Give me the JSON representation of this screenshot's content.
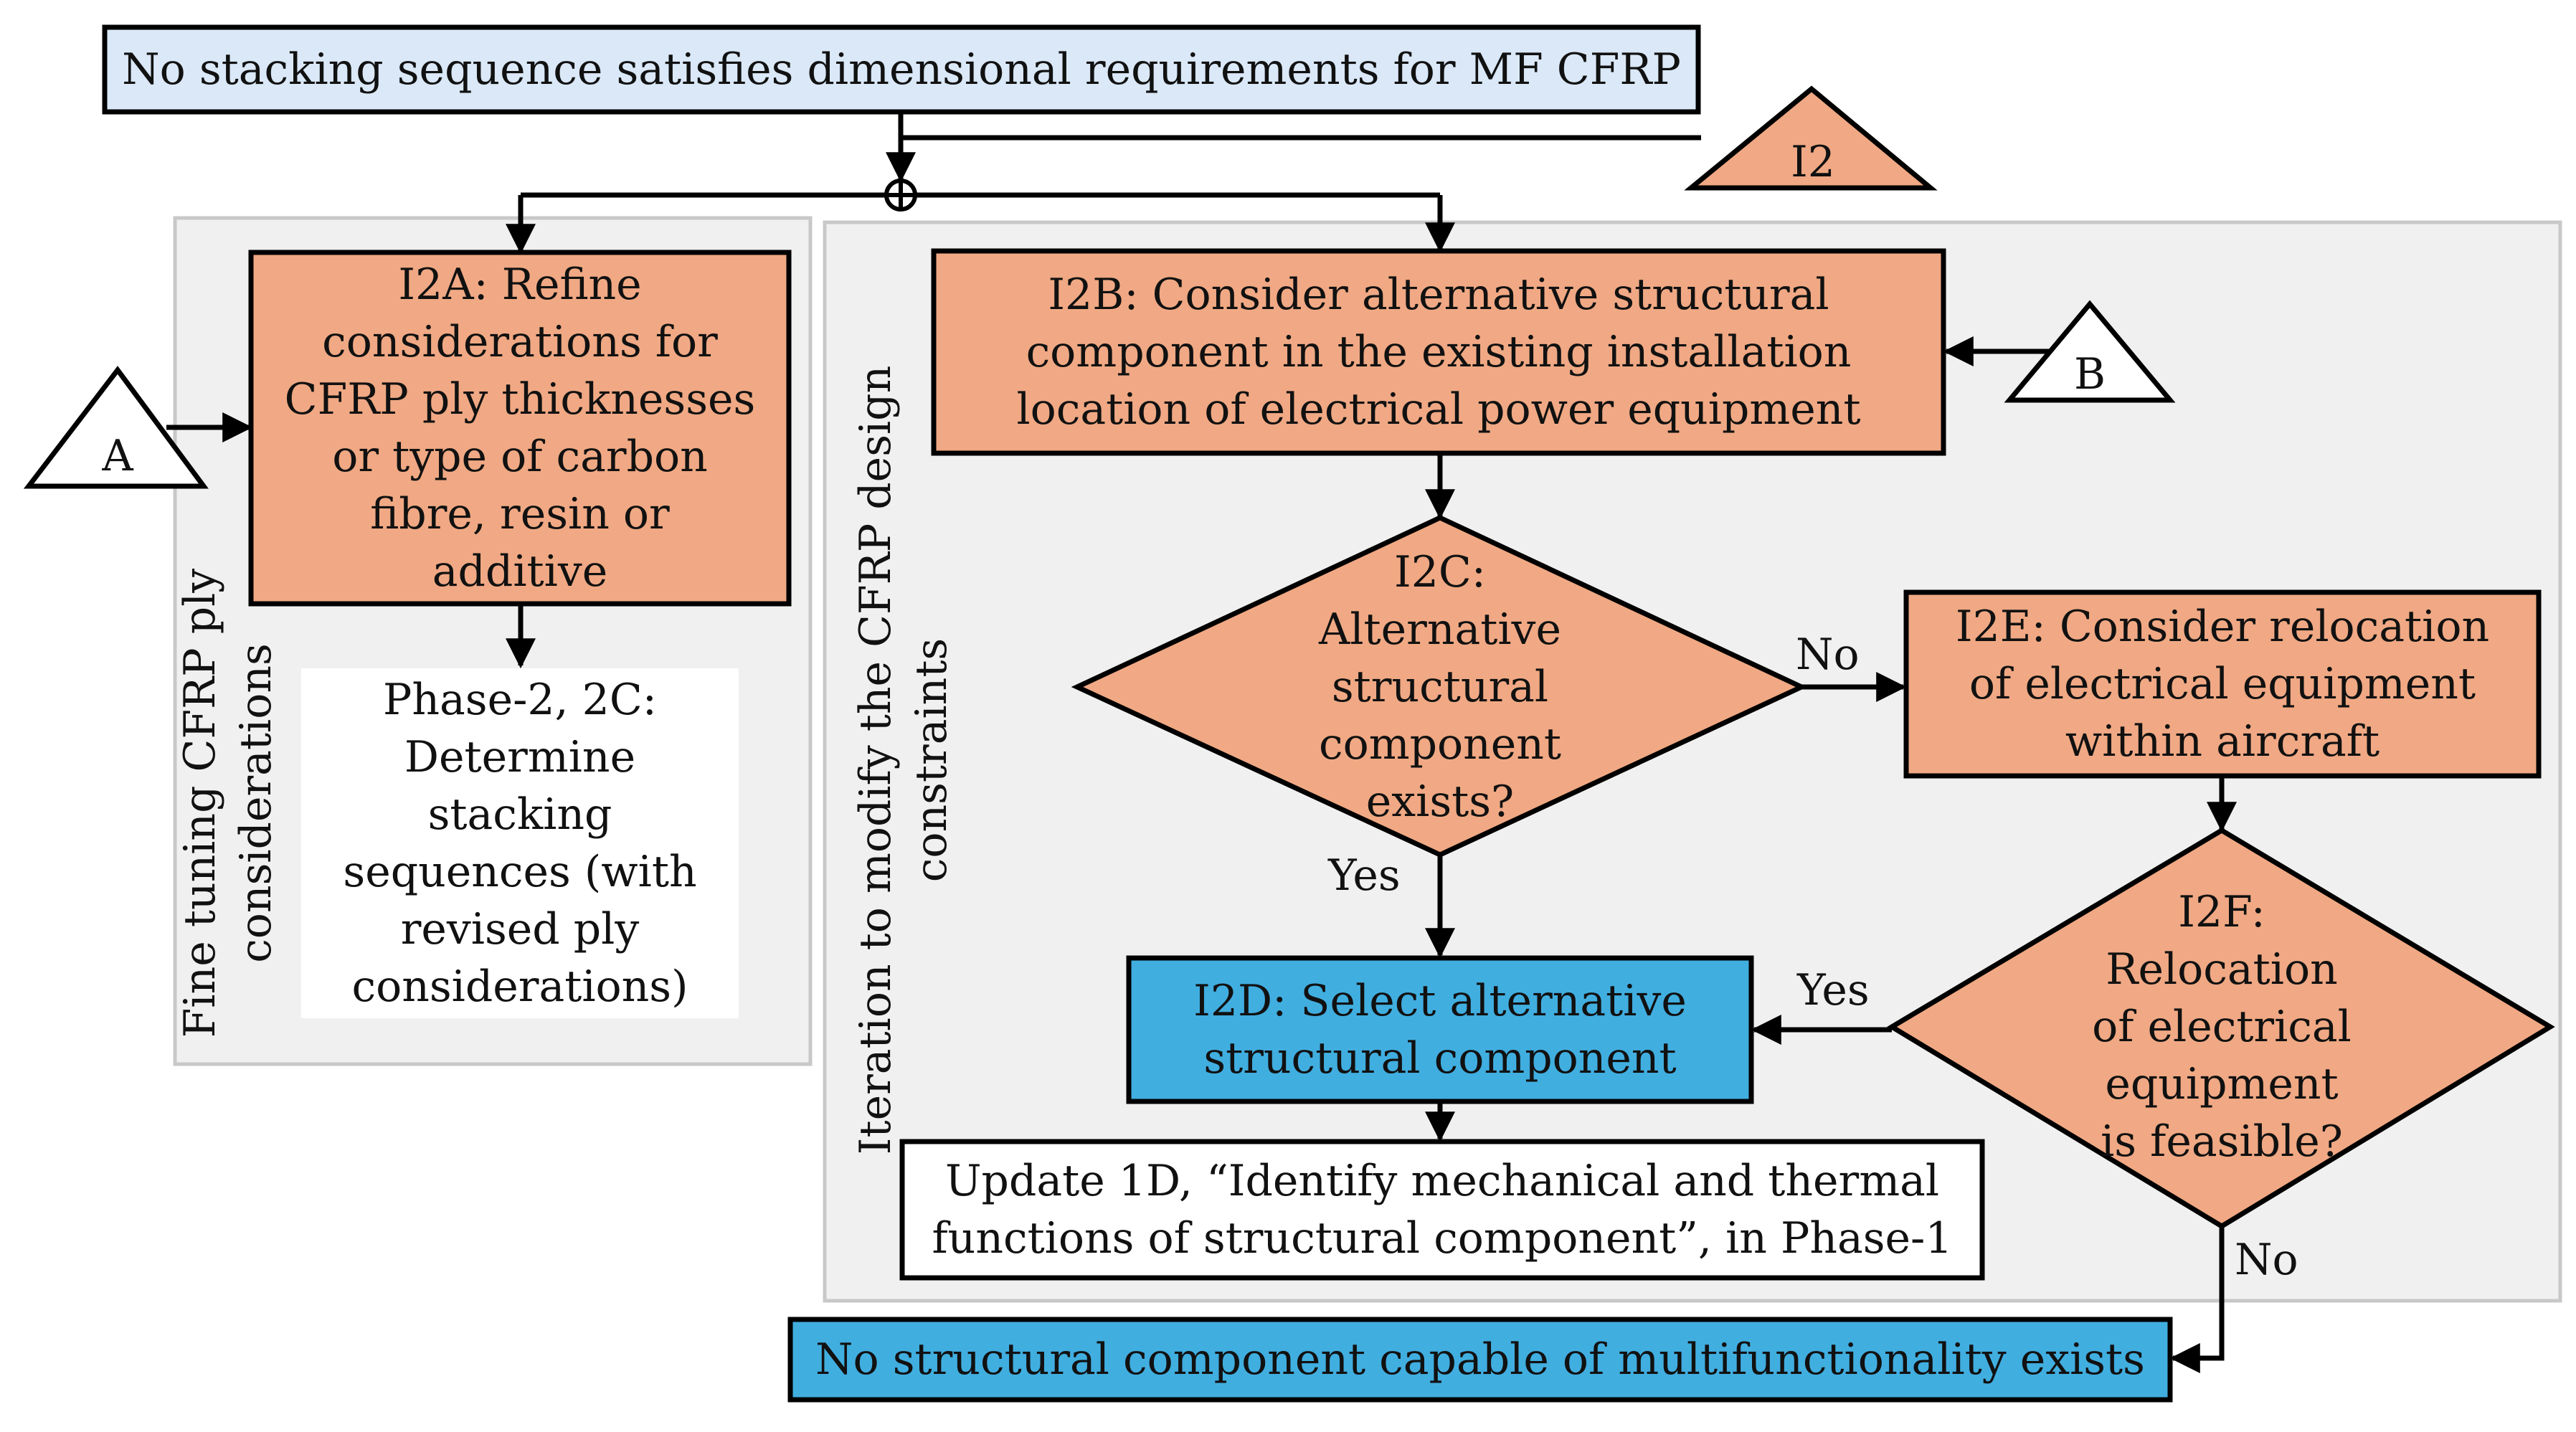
{
  "colors": {
    "orange": "#f0a984",
    "blue_light": "#dae8f7",
    "blue": "#41aee0",
    "panel": "#f0f0f0",
    "panel_border": "#c8c8c8",
    "stroke": "#000000"
  },
  "top": {
    "text": "No stacking sequence satisfies dimensional requirements for MF CFRP"
  },
  "connectors": {
    "i2": "I2",
    "a": "A",
    "b": "B"
  },
  "panels": {
    "left_title": [
      "Fine tuning CFRP ply",
      "considerations"
    ],
    "right_title": [
      "Iteration to modify the  CFRP design",
      "constraints"
    ]
  },
  "boxes": {
    "i2a": [
      "I2A: Refine",
      "considerations for",
      "CFRP ply thicknesses",
      "or type of carbon",
      "fibre, resin or",
      "additive"
    ],
    "phase2": [
      "Phase-2, 2C:",
      "Determine",
      "stacking",
      "sequences (with",
      "revised ply",
      "considerations)"
    ],
    "i2b": [
      "I2B: Consider alternative structural",
      "component in the existing installation",
      "location of electrical power equipment"
    ],
    "i2c": [
      "I2C:",
      "Alternative",
      "structural",
      "component",
      "exists?"
    ],
    "i2e": [
      "I2E: Consider relocation",
      "of electrical equipment",
      "within aircraft"
    ],
    "i2f": [
      "I2F:",
      "Relocation",
      "of electrical",
      "equipment",
      "is feasible?"
    ],
    "i2d": [
      "I2D: Select alternative",
      "structural component"
    ],
    "update": [
      "Update 1D, “Identify mechanical and thermal",
      "functions of structural component”, in Phase-1"
    ],
    "bottom": "No structural component capable of multifunctionality exists"
  },
  "edge_labels": {
    "c_no": "No",
    "c_yes": "Yes",
    "f_yes": "Yes",
    "f_no": "No"
  }
}
